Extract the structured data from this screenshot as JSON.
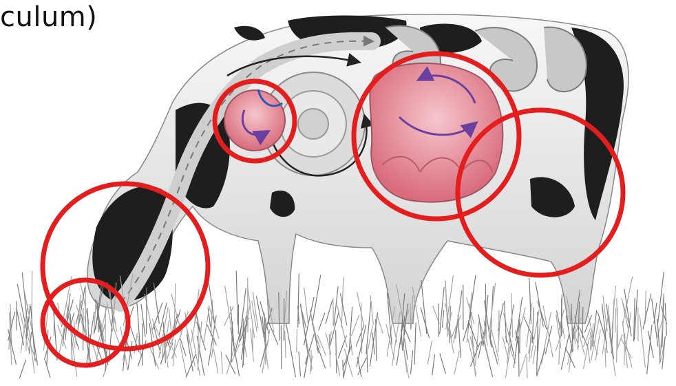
{
  "caption": "culum)",
  "highlight_color": "#e41e1e",
  "colors": {
    "abomasum_pink": "#ef9aa6",
    "reticulum_pink": "#f3b3bd",
    "flow_purple": "#6a3fa0",
    "flow_blue": "#2a58b5",
    "flow_dark": "#222222",
    "cow_black": "#1e1e1e",
    "cow_white": "#efefef",
    "grass": "#8a8a8a"
  },
  "highlights": [
    {
      "name": "mouth"
    },
    {
      "name": "head-esophagus"
    },
    {
      "name": "reticulum"
    },
    {
      "name": "abomasum"
    },
    {
      "name": "udder-flank"
    }
  ]
}
